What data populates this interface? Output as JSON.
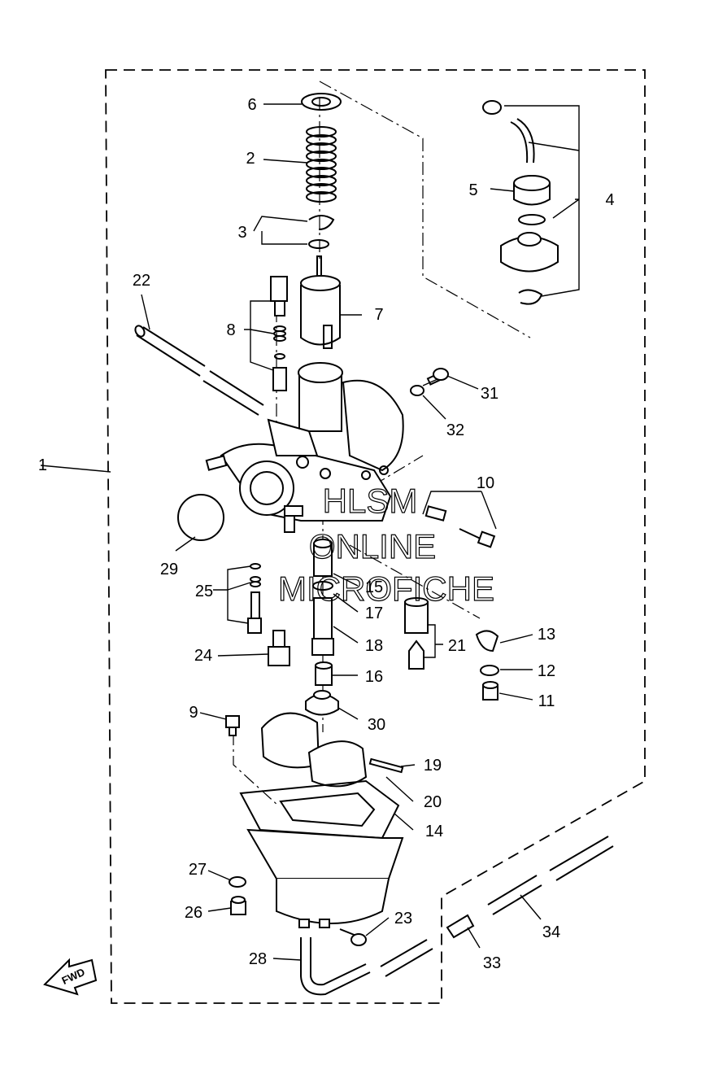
{
  "callouts": [
    "1",
    "2",
    "3",
    "4",
    "5",
    "6",
    "7",
    "8",
    "9",
    "10",
    "11",
    "12",
    "13",
    "14",
    "15",
    "16",
    "17",
    "18",
    "19",
    "20",
    "21",
    "22",
    "23",
    "24",
    "25",
    "26",
    "27",
    "28",
    "29",
    "30",
    "31",
    "32",
    "33",
    "34"
  ],
  "watermark": [
    "HLSM",
    "ONLINE",
    "MICROFICHE"
  ],
  "fwd_label": "FWD"
}
